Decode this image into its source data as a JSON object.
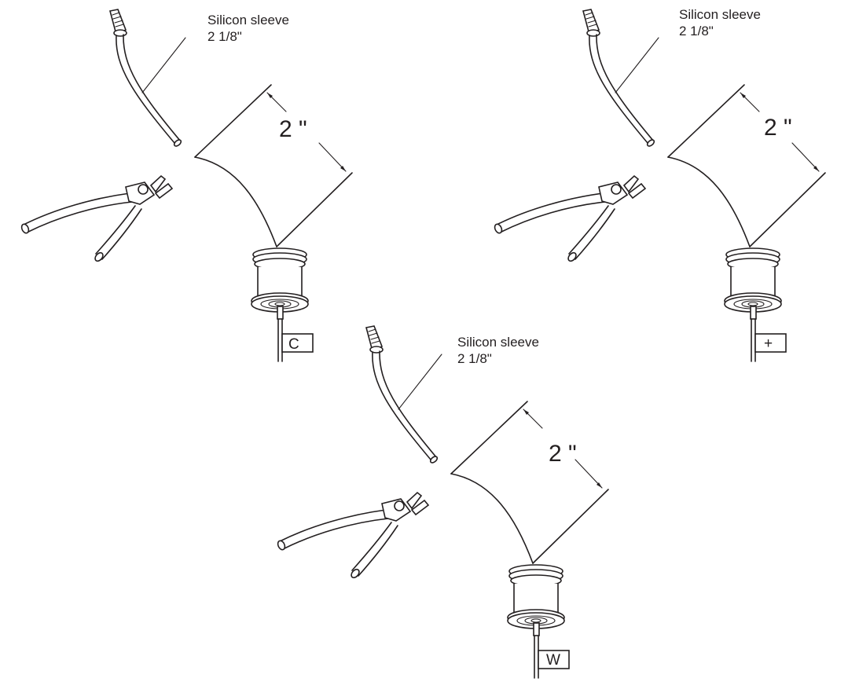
{
  "colors": {
    "ink": "#231f20",
    "background": "#ffffff"
  },
  "panels": [
    {
      "id": "c",
      "sleeve_label_line1": "Silicon sleeve",
      "sleeve_label_line2": "2 1/8\"",
      "strip_dimension": "2 \"",
      "wire_tag": "C"
    },
    {
      "id": "plus",
      "sleeve_label_line1": "Silicon sleeve",
      "sleeve_label_line2": "2 1/8\"",
      "strip_dimension": "2 \"",
      "wire_tag": "+"
    },
    {
      "id": "w",
      "sleeve_label_line1": "Silicon sleeve",
      "sleeve_label_line2": "2 1/8\"",
      "strip_dimension": "2 \"",
      "wire_tag": "W"
    }
  ],
  "icons": [
    "wire-nut-icon",
    "silicon-sleeve-icon",
    "wire-cutter-icon",
    "socket-terminal-icon"
  ]
}
